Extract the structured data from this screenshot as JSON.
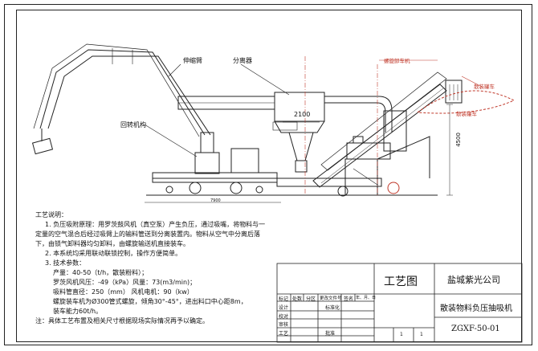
{
  "labels": {
    "telescopic_arm": "伸缩臂",
    "separator": "分离器",
    "slewing": "回转机构",
    "screw_unloader": "螺旋卸车机",
    "tanker": "散装罐车",
    "bulk_silo": "散装罐车",
    "dim_2100": "2100",
    "dim_4500": "4500",
    "dim_7900": "7900"
  },
  "notes": {
    "heading": "工艺说明：",
    "lines": [
      "1. 负压吸附原理：用罗茨鼓风机（真空泵）产生负压，通过吸嘴，将物料与一",
      "定量的空气混合后经过吸臂上的输料管送到分离装置内。物料从空气中分离后落",
      "下，由锁气卸料器均匀卸料，由螺旋输送机直接装车。",
      "2. 本系统均采用联动联锁控制，操作方便简单。",
      "3. 技术参数：",
      "产量：40-50（t/h，散装粉料）；",
      "罗茨风机风压：-49（kPa）风量：73(m3/min)；",
      "吸料管直径：250（mm）     风机电机：90（kw）",
      "螺旋装车机为Ø300管式螺旋，倾角30°-45°，进出料口中心距8m，",
      "装车能力60t/h。",
      "注：具体工艺布置及相关尺寸根据现场实际情况再予以确定。"
    ]
  },
  "title_block": {
    "drawing_type": "工艺图",
    "company": "盐城紫光公司",
    "product": "散装物料负压抽吸机",
    "code": "ZGXF-50-01",
    "rows": [
      "标记",
      "处数",
      "分区",
      "更改文件号",
      "签名",
      "年、月、日"
    ],
    "roles": [
      "设计",
      "校对",
      "审核",
      "工艺"
    ],
    "std": "标准化",
    "approve": "批准",
    "scale_a": "1",
    "scale_b": "1"
  }
}
